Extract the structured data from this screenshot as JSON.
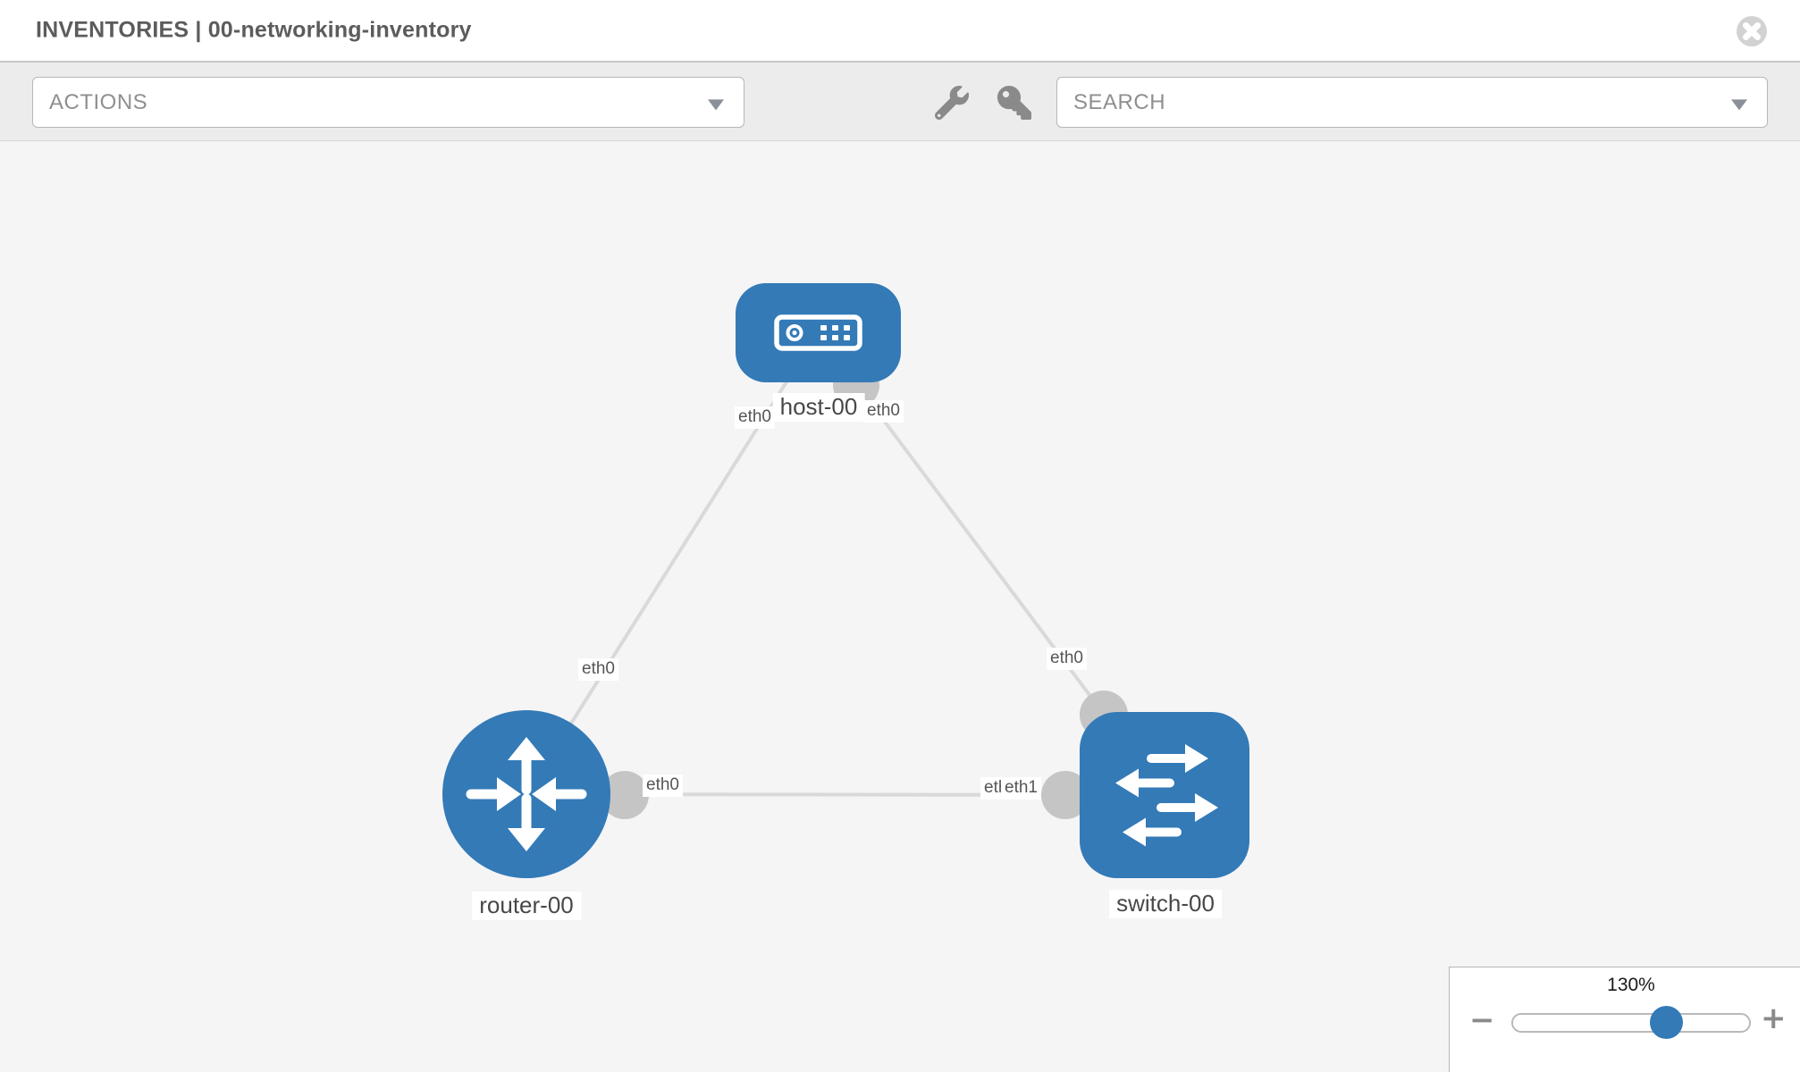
{
  "header": {
    "title": "INVENTORIES | 00-networking-inventory"
  },
  "toolbar": {
    "actions_placeholder": "ACTIONS",
    "search_placeholder": "SEARCH",
    "tool_icons": [
      "wrench-icon",
      "key-icon"
    ]
  },
  "canvas": {
    "nodes": [
      {
        "id": "host-00",
        "label": "host-00",
        "type": "host"
      },
      {
        "id": "router-00",
        "label": "router-00",
        "type": "router"
      },
      {
        "id": "switch-00",
        "label": "switch-00",
        "type": "switch"
      }
    ],
    "links": [
      {
        "from": "host-00",
        "to": "router-00",
        "from_port": "eth0",
        "to_port": "eth0"
      },
      {
        "from": "host-00",
        "to": "switch-00",
        "from_port": "eth0",
        "to_port": "eth0"
      },
      {
        "from": "router-00",
        "to": "switch-00",
        "from_port": "eth0",
        "to_port": "eth1",
        "to_port_overlapped": "eth0"
      }
    ]
  },
  "zoom": {
    "level": "130%",
    "minus_label": "−",
    "plus_label": "+"
  },
  "colors": {
    "node": "#337ab7",
    "link": "#d9d9d9",
    "connector": "#c5c5c5",
    "icon_gray": "#8a8a8a",
    "close_circle": "#d2d2d2"
  }
}
